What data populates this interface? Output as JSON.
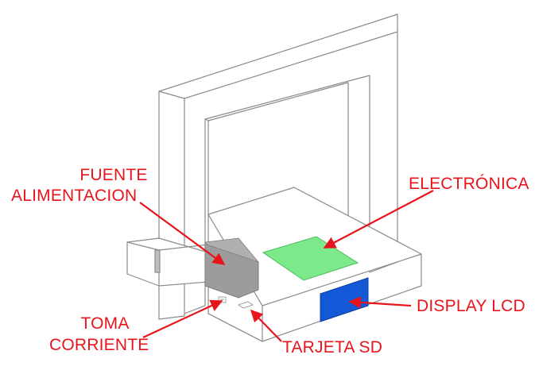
{
  "diagram": {
    "labels": {
      "fuente_line1": "FUENTE",
      "fuente_line2": "ALIMENTACION",
      "electronica": "ELECTRÓNICA",
      "display": "DISPLAY LCD",
      "toma_line1": "TOMA",
      "toma_line2": "CORRIENTE",
      "tarjeta": "TARJETA SD"
    },
    "colors": {
      "label_text": "#e8141c",
      "arrow": "#e8141c",
      "outline": "#8a8a8a",
      "electronics_board": "#7cea8a",
      "power_supply": "#9c9c9c",
      "lcd_display": "#1358d6"
    }
  }
}
